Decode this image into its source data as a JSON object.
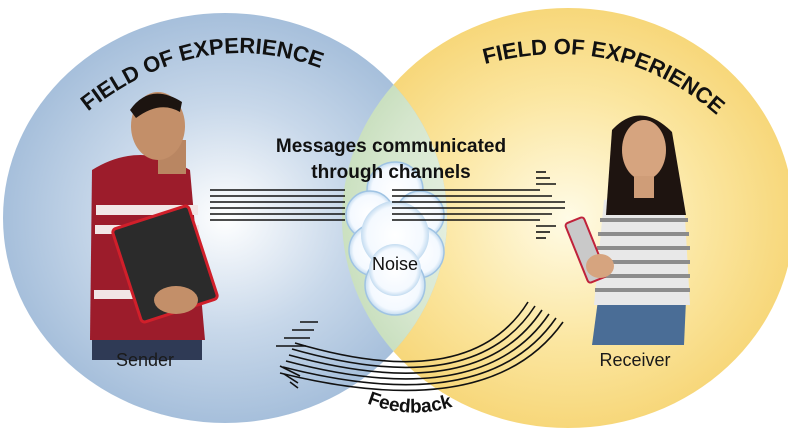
{
  "left_field": {
    "label": "FIELD OF EXPERIENCE",
    "color": "#b8cce0"
  },
  "right_field": {
    "label": "FIELD OF EXPERIENCE",
    "color": "#fbe39a"
  },
  "overlap_color": "#cfe3c4",
  "message_line1": "Messages communicated",
  "message_line2": "through channels",
  "noise_label": "Noise",
  "sender_label": "Sender",
  "receiver_label": "Receiver",
  "feedback_label": "Feedback"
}
